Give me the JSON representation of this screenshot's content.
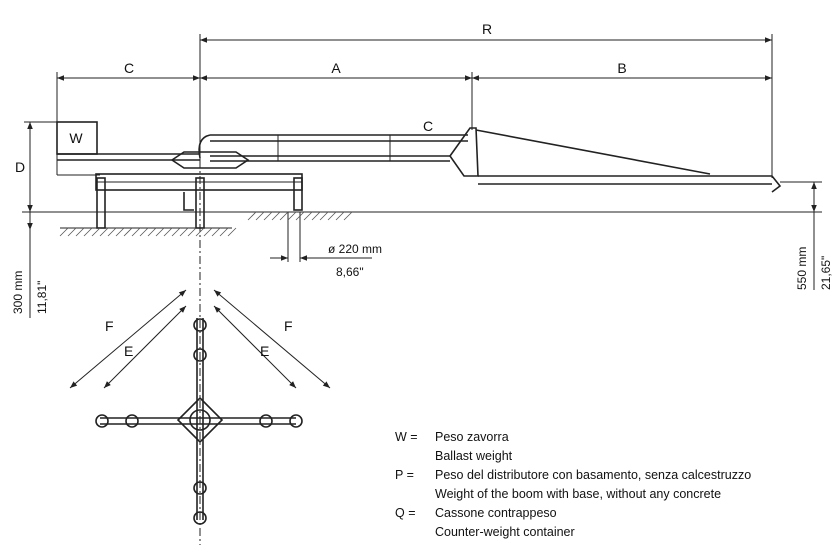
{
  "dimensions": {
    "R": "R",
    "A": "A",
    "B": "B",
    "C_top": "C",
    "C_boom": "C",
    "D": "D",
    "W_box": "W",
    "E_left": "E",
    "E_right": "E",
    "F_left": "F",
    "F_right": "F"
  },
  "measurements": {
    "diameter_mm": "ø 220 mm",
    "diameter_in": "8,66\"",
    "left_height_mm": "300 mm",
    "left_height_in": "11,81\"",
    "right_height_mm": "550 mm",
    "right_height_in": "21,65\""
  },
  "legend": [
    {
      "key": "W =",
      "it": "Peso zavorra",
      "en": "Ballast weight"
    },
    {
      "key": "P =",
      "it": "Peso del distributore con basamento, senza calcestruzzo",
      "en": "Weight of the boom with base, without any concrete"
    },
    {
      "key": "Q =",
      "it": "Cassone contrappeso",
      "en": "Counter-weight container"
    }
  ]
}
